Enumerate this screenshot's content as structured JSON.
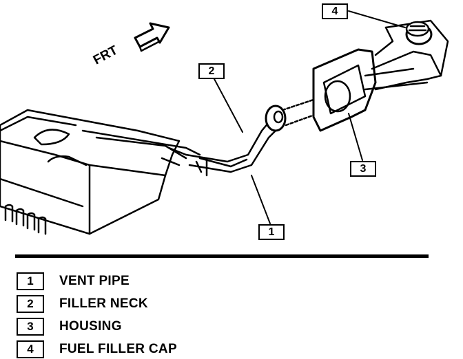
{
  "diagram": {
    "direction_label": "FRT",
    "callouts": [
      "1",
      "2",
      "3",
      "4"
    ]
  },
  "legend": [
    {
      "num": "1",
      "label": "VENT PIPE"
    },
    {
      "num": "2",
      "label": "FILLER NECK"
    },
    {
      "num": "3",
      "label": "HOUSING"
    },
    {
      "num": "4",
      "label": "FUEL FILLER CAP"
    }
  ]
}
